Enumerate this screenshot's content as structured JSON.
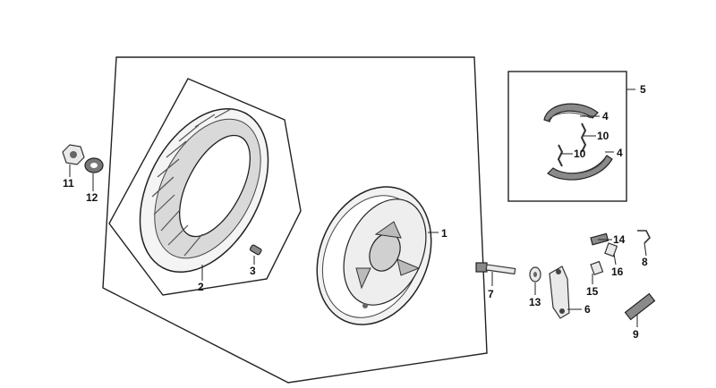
{
  "diagram": {
    "callouts": [
      {
        "id": "1",
        "text": "1"
      },
      {
        "id": "2",
        "text": "2"
      },
      {
        "id": "3",
        "text": "3"
      },
      {
        "id": "4a",
        "text": "4"
      },
      {
        "id": "4b",
        "text": "4"
      },
      {
        "id": "5",
        "text": "5"
      },
      {
        "id": "6",
        "text": "6"
      },
      {
        "id": "7",
        "text": "7"
      },
      {
        "id": "8",
        "text": "8"
      },
      {
        "id": "9",
        "text": "9"
      },
      {
        "id": "10a",
        "text": "10"
      },
      {
        "id": "10b",
        "text": "10"
      },
      {
        "id": "11",
        "text": "11"
      },
      {
        "id": "12",
        "text": "12"
      },
      {
        "id": "13",
        "text": "13"
      },
      {
        "id": "14",
        "text": "14"
      },
      {
        "id": "15",
        "text": "15"
      },
      {
        "id": "16",
        "text": "16"
      }
    ]
  }
}
